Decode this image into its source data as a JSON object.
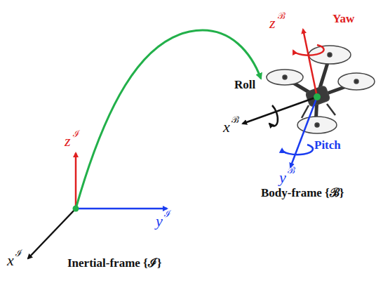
{
  "diagram": {
    "labels": [
      "Yaw",
      "z",
      "ℬ",
      "Roll",
      "x",
      "ℬ",
      "Pitch",
      "y",
      "ℬ",
      "Body-frame {ℬ}",
      "z",
      "ℐ",
      "y",
      "ℐ",
      "x",
      "ℐ",
      "Inertial-frame {ℐ}"
    ]
  }
}
